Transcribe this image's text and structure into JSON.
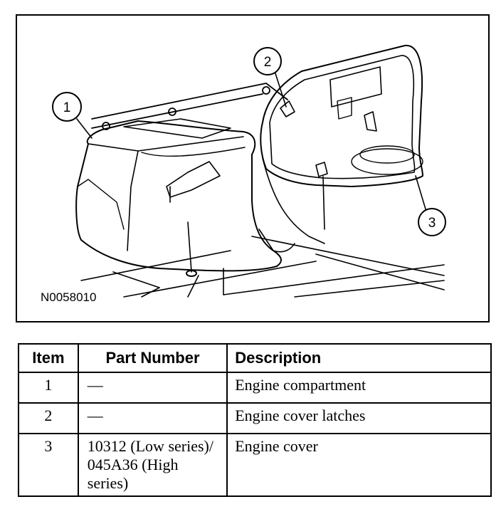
{
  "figure": {
    "code": "N0058010",
    "callouts": [
      "1",
      "2",
      "3"
    ]
  },
  "table": {
    "headers": {
      "item": "Item",
      "part_number": "Part Number",
      "description": "Description"
    },
    "rows": [
      {
        "item": "1",
        "part_number": "—",
        "description": "Engine compartment"
      },
      {
        "item": "2",
        "part_number": "—",
        "description": "Engine cover latches"
      },
      {
        "item": "3",
        "part_number": "10312 (Low series)/ 045A36 (High series)",
        "description": "Engine cover"
      }
    ]
  }
}
